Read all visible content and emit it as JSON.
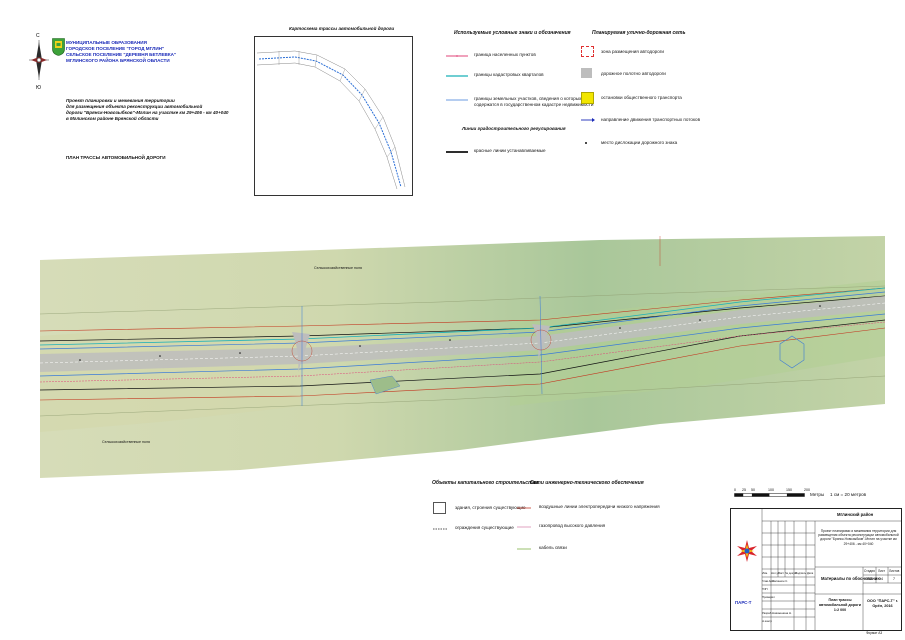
{
  "header": {
    "org_line1": "МУНИЦИПАЛЬНЫЕ ОБРАЗОВАНИЯ",
    "org_line2": "ГОРОДСКОЕ ПОСЕЛЕНИЕ \"ГОРОД МГЛИН\"",
    "org_line3": "СЕЛЬСКОЕ ПОСЕЛЕНИЕ \"ДЕРЕВНЯ БЕТЛЕВКА\"",
    "org_line4": "МГЛИНСКОГО РАЙОНА БРЯНСКОЙ ОБЛАСТИ",
    "project_line1": "Проект планировки и межевания территории",
    "project_line2": "для размещения объекта реконструкции автомобильной",
    "project_line3": "дороги \"Брянск-Новозыбков\"-Мглин на участке км 29+406 - км 40+040",
    "project_line4": "в Мглинском районе Брянской области",
    "plan_title": "ПЛАН ТРАССЫ АВТОМОБИЛЬНОЙ ДОРОГИ"
  },
  "compass": {
    "top_letter": "С",
    "bottom_letter": "Ю"
  },
  "inset": {
    "title": "Картосхема трассы автомобильной дороги"
  },
  "legend_symbols": {
    "title": "Используемые условные знаки и обозначения",
    "items": [
      {
        "label": "граница населенных пунктов",
        "color": "#e0457a"
      },
      {
        "label": "границы кадастровых кварталов",
        "color": "#19b0b8"
      },
      {
        "label": "границы земельных участков, сведения о которых\nсодержатся в государственном кадастре недвижимости",
        "color": "#3a7ad8"
      }
    ],
    "subtitle": "Линии градостроительного регулирования",
    "red_line": {
      "label": "красные линии устанавливаемые",
      "color": "#111111"
    }
  },
  "legend_network": {
    "title": "Планируемая улично-дорожная сеть",
    "items": [
      {
        "label": "зона размещения автодороги",
        "color": "#e03030"
      },
      {
        "label": "дорожное полотно автодороги",
        "color": "#bdbdbd"
      },
      {
        "label": "остановки общественного транспорта",
        "color": "#f2e600"
      },
      {
        "label": "направление движения транспортных потоков",
        "color": "#1a2ab8"
      },
      {
        "label": "место дислокации дорожного знака",
        "color": "#111111"
      }
    ]
  },
  "legend_capital": {
    "title": "Объекты капитального строительства",
    "items": [
      {
        "label": "здания, строения существующие"
      },
      {
        "label": "ограждения существующие"
      }
    ]
  },
  "legend_utilities": {
    "title": "Сети инженерно-технического обеспечения",
    "items": [
      {
        "label": "воздушные линии электропередачи низкого напряжения",
        "color": "#c0392b"
      },
      {
        "label": "газопровод высокого давления",
        "color": "#d98cb3"
      },
      {
        "label": "кабель связи",
        "color": "#7fb34a"
      }
    ]
  },
  "map_labels": {
    "field_north": "Сельскохозяйственные поля",
    "field_south": "Сельскохозяйственные поля"
  },
  "scale": {
    "ticks": [
      "0",
      "25",
      "50",
      "100",
      "150",
      "200"
    ],
    "unit": "Метры",
    "ratio": "1 см = 20 метров"
  },
  "stamp": {
    "region": "Мглинский район",
    "description": "Проект планировки и межевания территории для размещения объекта реконструкции автомобильной дороги \"Брянск-Новозыбков\"-Мглин на участке км 29+406 - км 40+040",
    "sheet_title": "Материалы по обоснованию",
    "hdr_stage": "Стадия",
    "hdr_sheet": "Лист",
    "hdr_sheets": "Листов",
    "stage": "ПП",
    "sheet": "4",
    "sheets": "7",
    "drawing_title": "План трассы автомобильной дороги 1:2 000",
    "company": "ООО \"ПАРС-Т\" г. Орёл, 2016",
    "logo_text": "ПАРС-Т",
    "col_labels": [
      "Изм.",
      "Кол.уч",
      "Лист",
      "№ докум.",
      "Подпись",
      "Дата"
    ],
    "roles": [
      "Глав.Арх.",
      "ГИП",
      "Проверил",
      "Разраб.",
      "Н.контр"
    ],
    "names": [
      "Овсянкин С.",
      "",
      "",
      "Новоженина Н.",
      ""
    ],
    "format": "Формат А3"
  }
}
